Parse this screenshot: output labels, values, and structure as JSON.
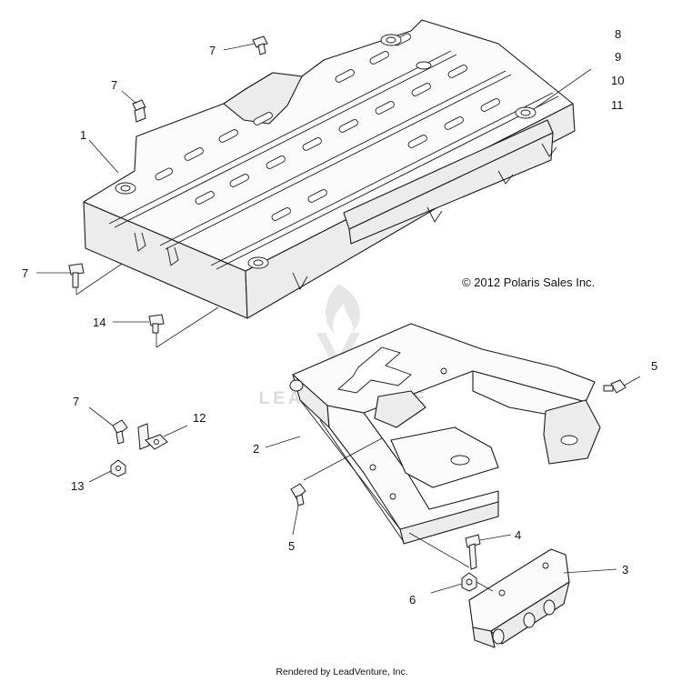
{
  "copyright": "© 2012 Polaris Sales Inc.",
  "footer": "Rendered by LeadVenture, Inc.",
  "watermark": "LEADVENTURE",
  "callouts": {
    "c1": "1",
    "c2": "2",
    "c3": "3",
    "c4": "4",
    "c5a": "5",
    "c5b": "5",
    "c6": "6",
    "c7a": "7",
    "c7b": "7",
    "c7c": "7",
    "c7d": "7",
    "c8": "8",
    "c9": "9",
    "c10": "10",
    "c11": "11",
    "c12": "12",
    "c13": "13",
    "c14": "14"
  },
  "colors": {
    "line": "#1a1a1a",
    "part_fill": "#fbfbfb",
    "watermark": "#d6d6d6"
  }
}
